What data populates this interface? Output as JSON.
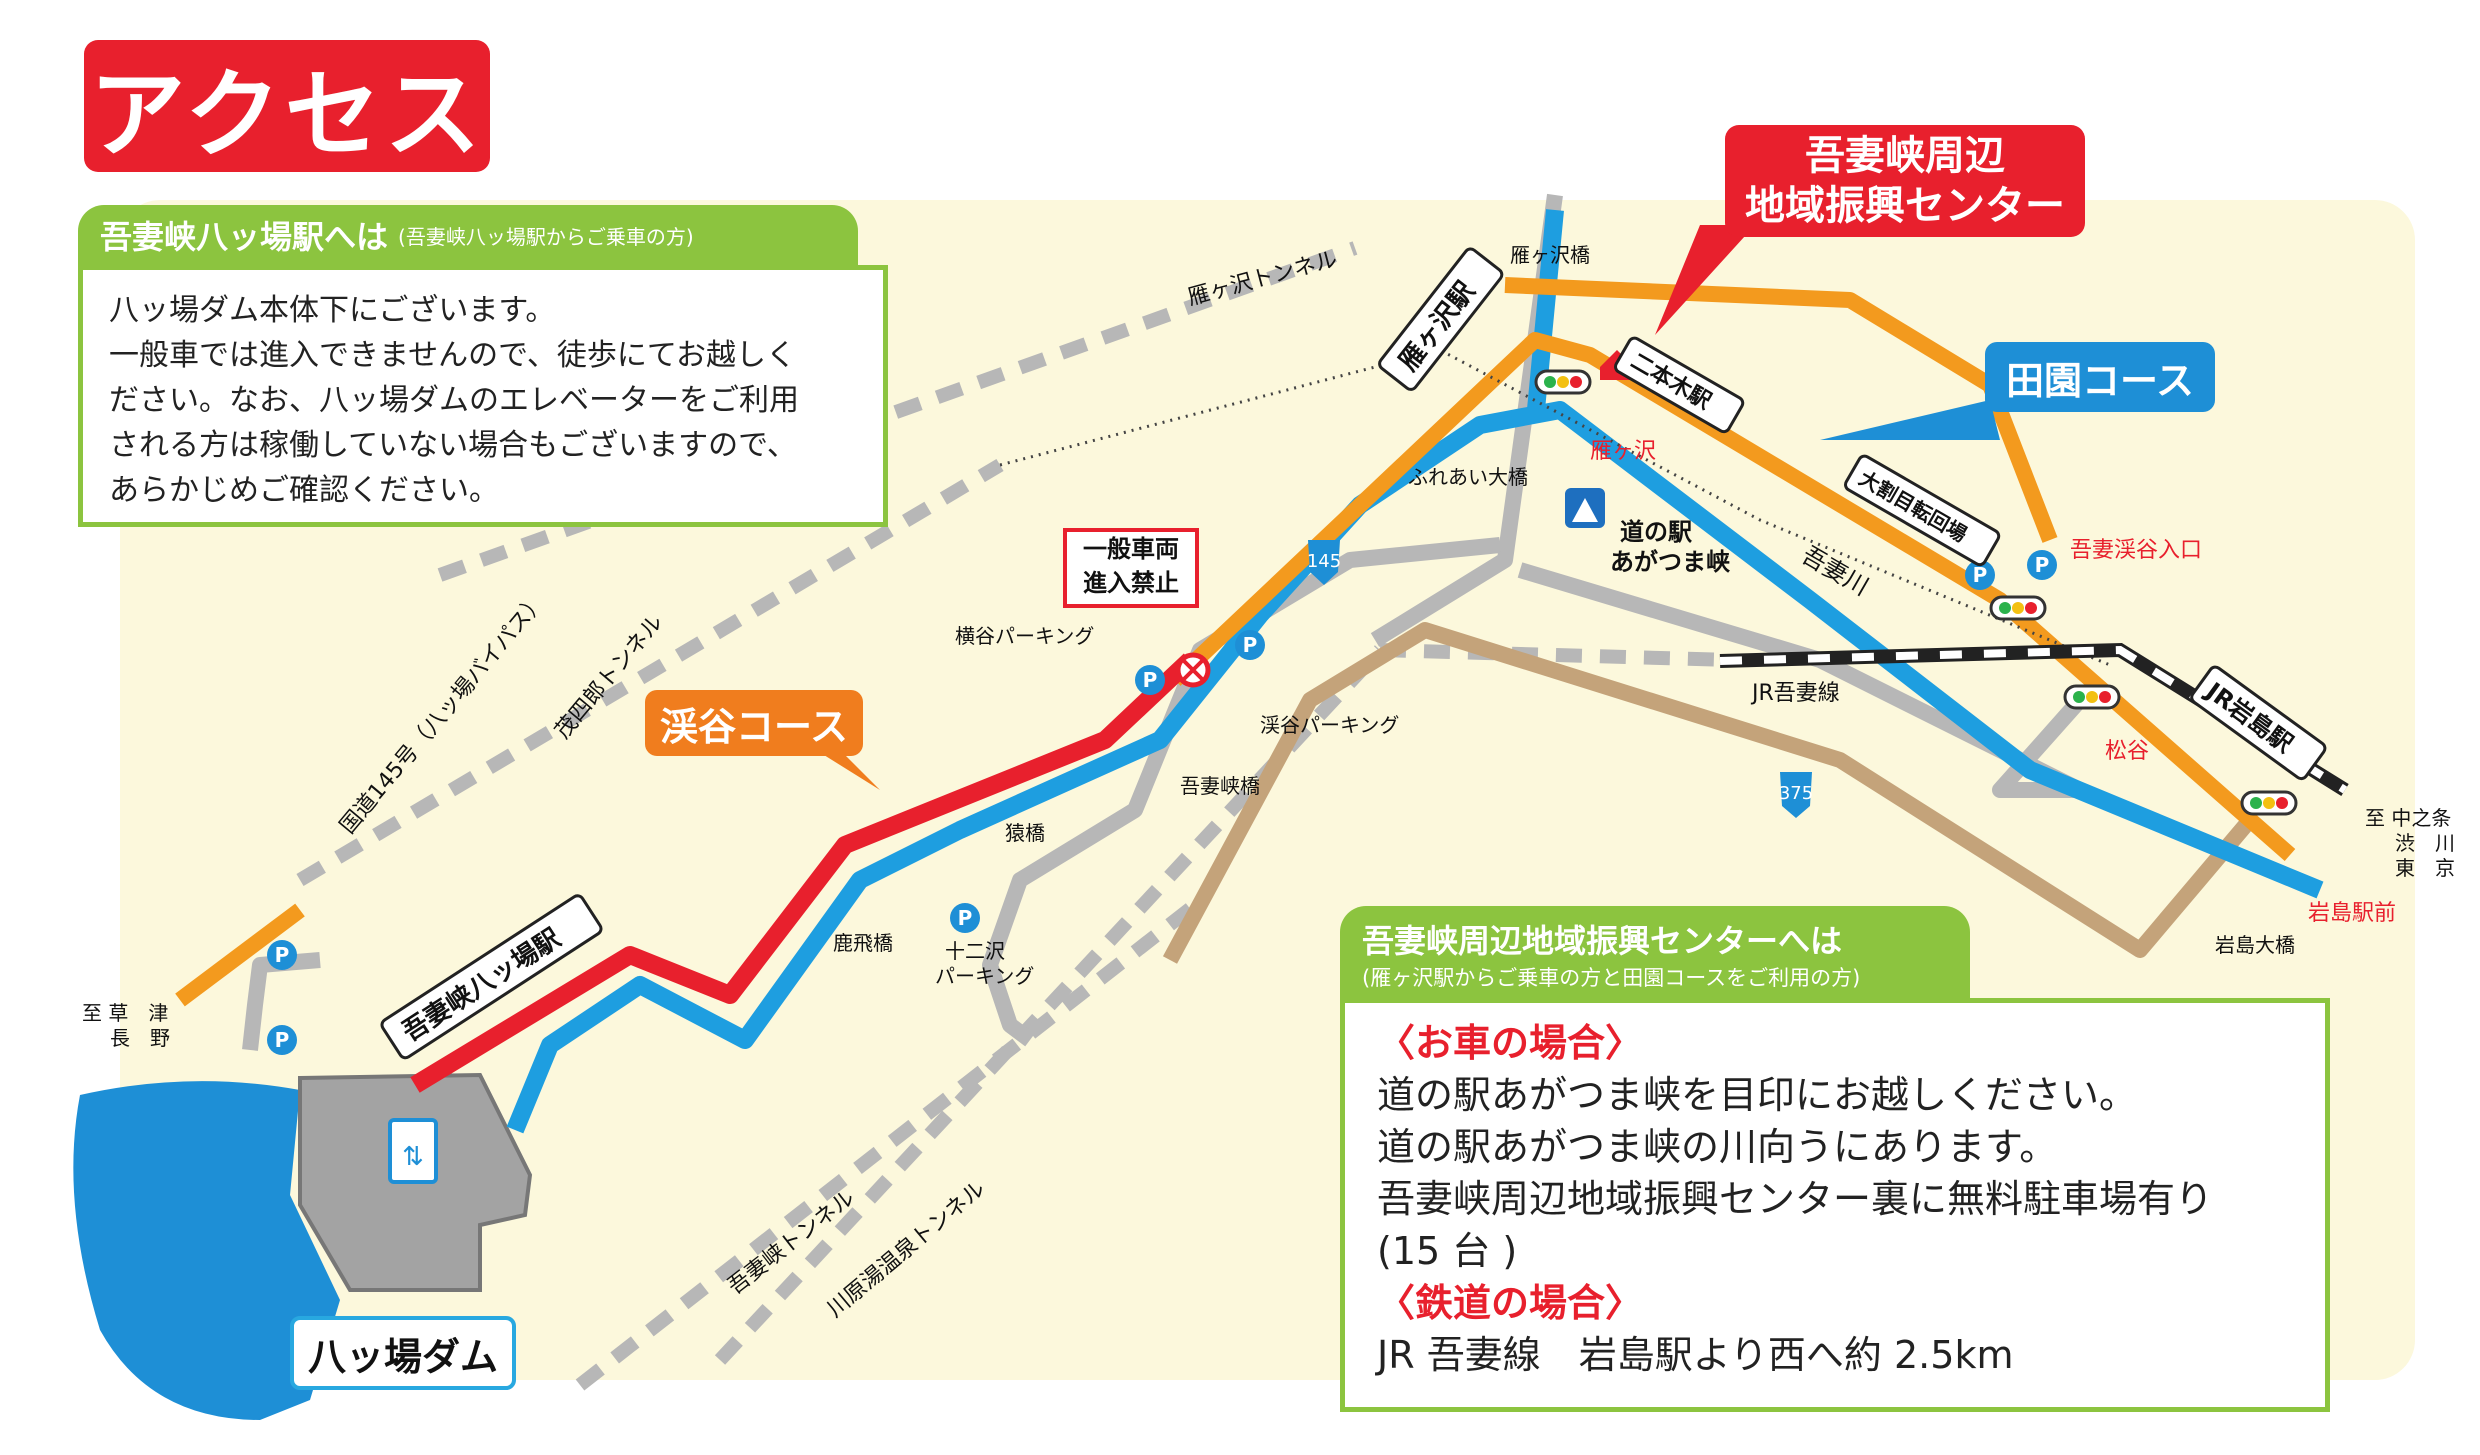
{
  "title": "アクセス",
  "hachimba_info": {
    "heading": "吾妻峡八ッ場駅へは",
    "heading_note": "(吾妻峡八ッ場駅からご乗車の方)",
    "lines": [
      "八ッ場ダム本体下にございます。",
      "一般車では進入できませんので、徒歩にてお越しく",
      "ださい。なお、八ッ場ダムのエレベーターをご利用",
      "される方は稼働していない場合もございますので、",
      "あらかじめご確認ください。"
    ]
  },
  "center_info": {
    "heading": "吾妻峡周辺地域振興センターへは",
    "heading_note": "(雁ヶ沢駅からご乗車の方と田園コースをご利用の方)",
    "car_title": "〈お車の場合〉",
    "car_lines": [
      "道の駅あがつま峡を目印にお越しください。",
      "道の駅あがつま峡の川向うにあります。",
      "吾妻峡周辺地域振興センター裏に無料駐車場有り",
      "(15 台 )"
    ],
    "rail_title": "〈鉄道の場合〉",
    "rail_line": "JR 吾妻線　岩島駅より西へ約 2.5km"
  },
  "callouts": {
    "center_line1": "吾妻峡周辺",
    "center_line2": "地域振興センター",
    "denen": "田園コース",
    "keikoku": "渓谷コース",
    "no_entry_line1": "一般車両",
    "no_entry_line2": "進入禁止",
    "dam": "八ッ場ダム"
  },
  "map_labels": {
    "kankesawa_tunnel": "雁ヶ沢トンネル",
    "kankesawa_bridge": "雁ヶ沢橋",
    "kankesawa_station": "雁ヶ沢駅",
    "nihongi_station": "二本木駅",
    "kankesawa": "雁ヶ沢",
    "fureai_bridge": "ふれあい大橋",
    "michinoeki1": "道の駅",
    "michinoeki2": "あがつま峡",
    "agatsuma_river": "吾妻川",
    "owari_station": "大割目転回場",
    "keikoku_entrance": "吾妻渓谷入口",
    "jr_line": "JR吾妻線",
    "matsuya": "松谷",
    "iwashima_station": "JR岩島駅",
    "iwashima_ekimae": "岩島駅前",
    "iwashima_bridge": "岩島大橋",
    "route145": "145",
    "route375": "375",
    "yokoya_parking": "横谷パーキング",
    "keikoku_parking": "渓谷パーキング",
    "agatsuma_bridge": "吾妻峡橋",
    "saru_bridge": "猿橋",
    "rokubi_bridge": "鹿飛橋",
    "juniso_parking1": "十二沢",
    "juniso_parking2": "パーキング",
    "hachimba_station": "吾妻峡八ッ場駅",
    "bypass": "国道145号（八ッ場バイパス）",
    "moshiro_tunnel": "茂四郎トンネル",
    "agatsuma_tunnel": "吾妻峡トンネル",
    "kawarayu_tunnel": "川原湯温泉トンネル",
    "to_kusatsu1": "至 草　津",
    "to_kusatsu2": "長　野",
    "to_nakanojo1": "至 中之条",
    "to_nakanojo2": "渋　川",
    "to_nakanojo3": "東　京",
    "parking_symbol": "P"
  },
  "colors": {
    "red": "#e8202d",
    "green": "#8cc43f",
    "blue_route": "#1e9ee0",
    "orange_route": "#f39a1e",
    "gray_road": "#b7b7b7",
    "tan_road": "#c4a37a",
    "map_bg": "#fcf8dc",
    "lake": "#1e8fd6"
  }
}
